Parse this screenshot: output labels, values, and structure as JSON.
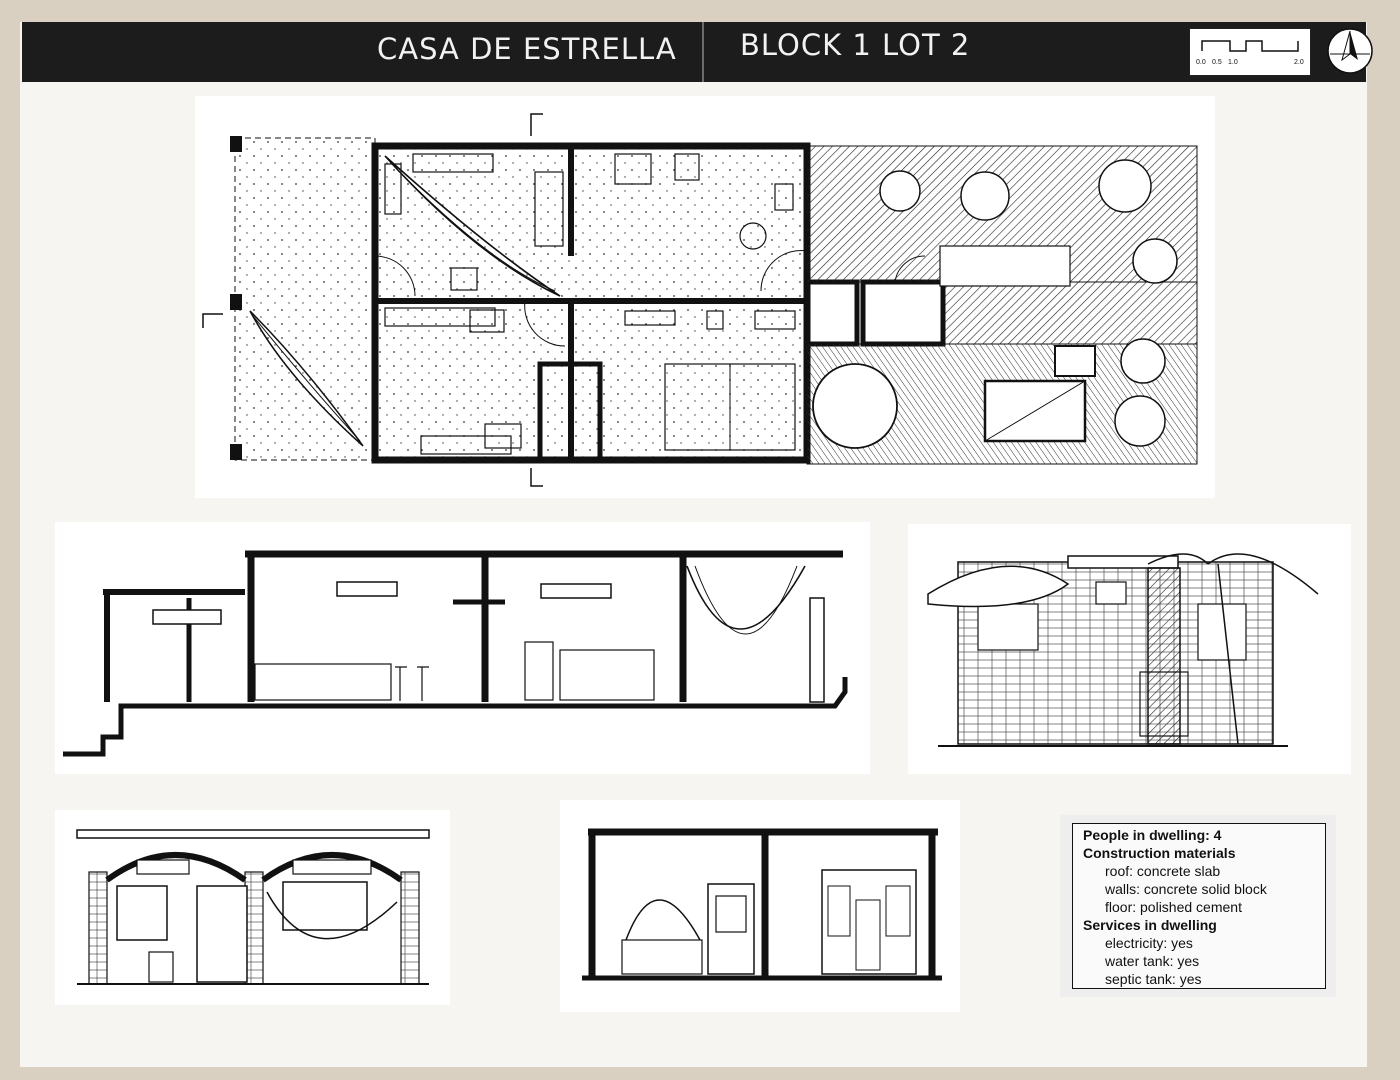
{
  "header": {
    "project_name": "CASA DE ESTRELLA",
    "location": "BLOCK 1 LOT 2",
    "scale_labels": [
      "0.0",
      "0.5",
      "1.0",
      "2.0"
    ],
    "north_arrow_icon": "north-arrow-icon"
  },
  "legend": {
    "people_in_dwelling": "People in dwelling: 4",
    "construction_heading": "Construction materials",
    "roof": "roof:  concrete slab",
    "walls": "walls:  concrete solid block",
    "floor": "floor:  polished cement",
    "services_heading": "Services in dwelling",
    "electricity": "electricity:  yes",
    "water_tank": "water tank:  yes",
    "septic_tank": "septic tank: yes"
  },
  "colors": {
    "title_bar": "#1c1c1c",
    "board": "#f7f5f1",
    "background": "#d9d0c2",
    "ink": "#111111"
  }
}
